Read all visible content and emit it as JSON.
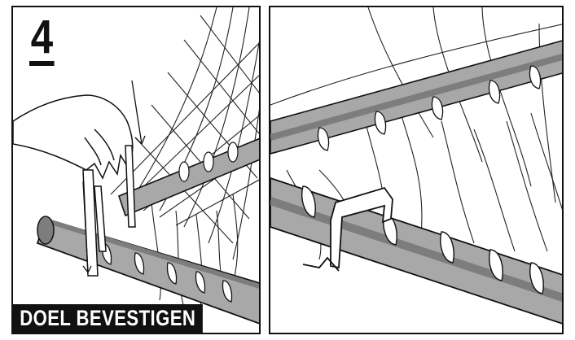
{
  "step": {
    "number": "4"
  },
  "caption": {
    "text": "DOEL BEVESTIGEN"
  },
  "colors": {
    "ink": "#111111",
    "tube_fill": "#a8a8a8",
    "tube_shade": "#7d7d7d",
    "paper": "#ffffff"
  },
  "panels": [
    {
      "name": "panel-left",
      "depicts": "hand-icon"
    },
    {
      "name": "panel-right",
      "depicts": "clip-icon"
    }
  ]
}
